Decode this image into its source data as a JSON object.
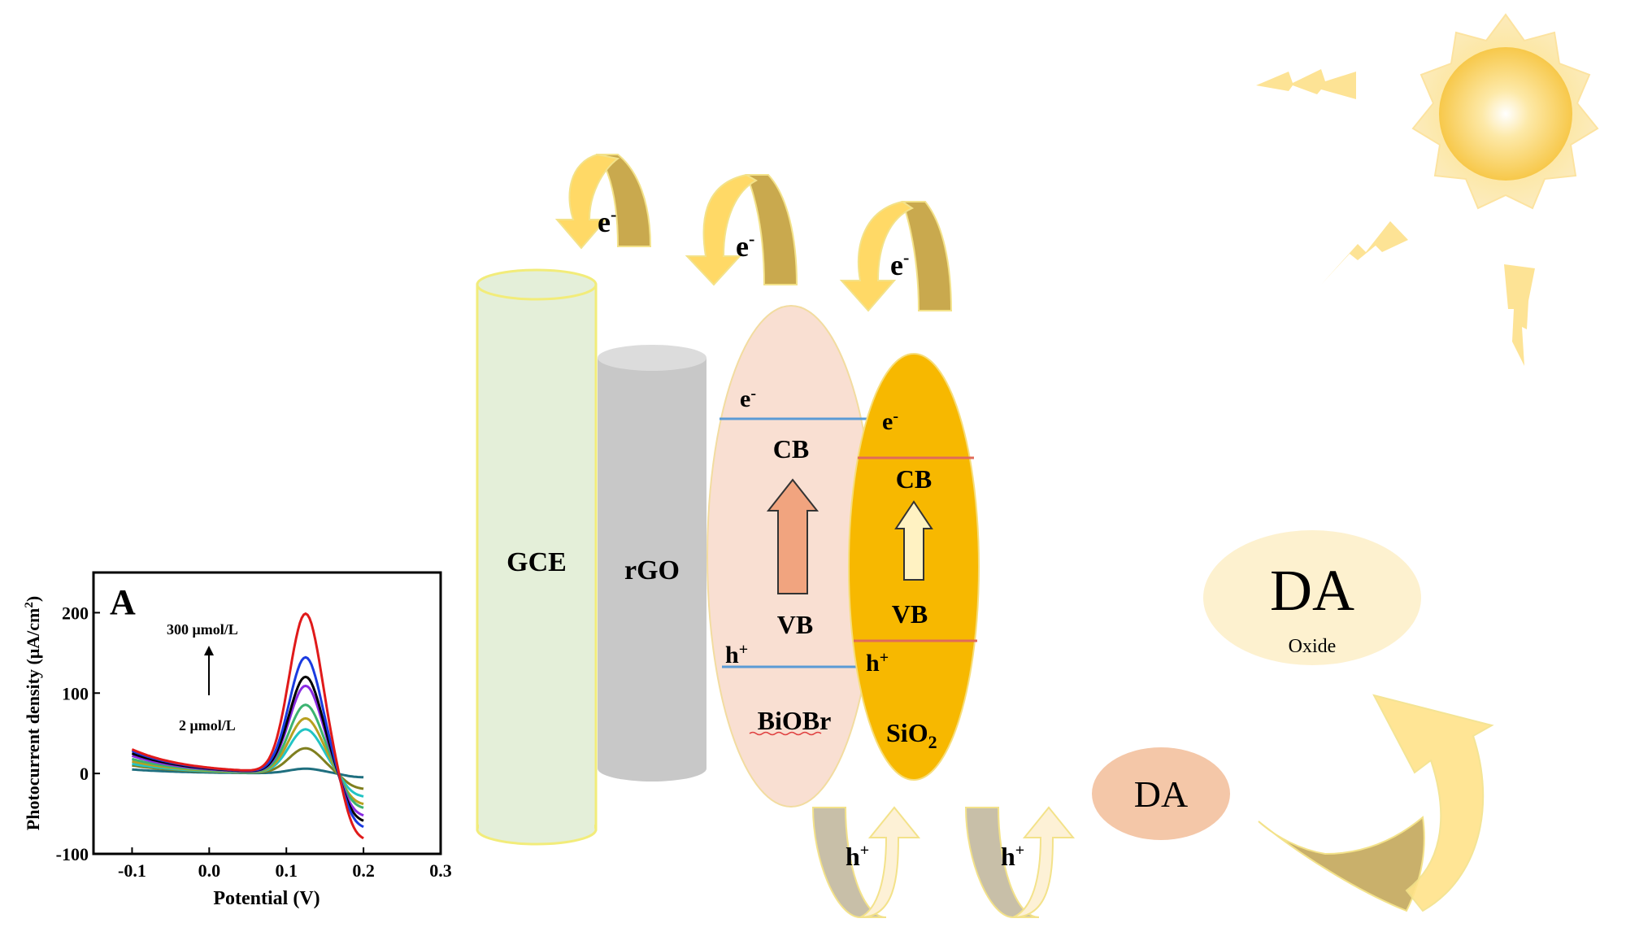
{
  "labels": {
    "gce": "GCE",
    "rgo": "rGO",
    "biobr": "BiOBr",
    "sio2_base": "SiO",
    "sio2_sub": "2",
    "cb": "CB",
    "vb": "VB",
    "electron": "e",
    "electron_sup": "-",
    "hole": "h",
    "hole_sup": "+",
    "da": "DA",
    "da_oxide": "DA",
    "oxide": "Oxide"
  },
  "colors": {
    "gce_fill": "#e4efd9",
    "gce_stroke": "#f2ec7a",
    "rgo_fill": "#c8c8c8",
    "rgo_top": "#dcdcdc",
    "biobr_fill": "#f9dfd2",
    "sio2_fill": "#f7b800",
    "cb_line_biobr": "#5b9bd5",
    "band_line_sio2": "#e06b5a",
    "arrow_light": "#ffd966",
    "arrow_dark": "#c9a94e",
    "da_fill": "#f4c7a8",
    "da_oxide_fill": "#fdf1cf",
    "sun": "#fcd56a"
  },
  "chart_data": {
    "type": "line",
    "panel_label": "A",
    "xlabel": "Potential (V)",
    "ylabel": "Photocurrent density (μA/cm²)",
    "ylabel_base": "Photocurrent density (μA/cm",
    "ylabel_sup": "2",
    "ylabel_end": ")",
    "xlim": [
      -0.15,
      0.3
    ],
    "ylim": [
      -100,
      250
    ],
    "xticks": [
      -0.1,
      0.0,
      0.1,
      0.2,
      0.3
    ],
    "xtick_labels": [
      "-0.1",
      "0.0",
      "0.1",
      "0.2",
      "0.3"
    ],
    "yticks": [
      -100,
      0,
      100,
      200
    ],
    "ytick_labels": [
      "-100",
      "0",
      "100",
      "200"
    ],
    "annotation_top": "300 μmol/L",
    "annotation_bottom": "2 μmol/L",
    "series": [
      {
        "color": "#1f6f7f",
        "peak": 5,
        "start": 5,
        "end": -5,
        "values_x": [
          -0.1,
          0.0,
          0.05,
          0.125,
          0.2
        ],
        "values_y": [
          5,
          0,
          2,
          5,
          -5
        ]
      },
      {
        "color": "#7f7f1f",
        "peak": 28,
        "start": 10,
        "end": -20,
        "values_x": [
          -0.1,
          0.0,
          0.05,
          0.125,
          0.2
        ],
        "values_y": [
          10,
          2,
          0,
          28,
          -20
        ]
      },
      {
        "color": "#22c4c4",
        "peak": 50,
        "start": 12,
        "end": -30,
        "values_x": [
          -0.1,
          0.0,
          0.05,
          0.125,
          0.2
        ],
        "values_y": [
          12,
          3,
          0,
          50,
          -30
        ]
      },
      {
        "color": "#b8a020",
        "peak": 62,
        "start": 15,
        "end": -40,
        "values_x": [
          -0.1,
          0.0,
          0.05,
          0.125,
          0.2
        ],
        "values_y": [
          15,
          4,
          0,
          62,
          -40
        ]
      },
      {
        "color": "#3cb371",
        "peak": 78,
        "start": 18,
        "end": -45,
        "values_x": [
          -0.1,
          0.0,
          0.05,
          0.125,
          0.2
        ],
        "values_y": [
          18,
          5,
          0,
          78,
          -45
        ]
      },
      {
        "color": "#8a2be2",
        "peak": 100,
        "start": 22,
        "end": -55,
        "values_x": [
          -0.1,
          0.0,
          0.05,
          0.125,
          0.2
        ],
        "values_y": [
          22,
          6,
          0,
          100,
          -55
        ]
      },
      {
        "color": "#000000",
        "peak": 110,
        "start": 25,
        "end": -62,
        "values_x": [
          -0.1,
          0.0,
          0.05,
          0.125,
          0.2
        ],
        "values_y": [
          25,
          7,
          0,
          110,
          -62
        ]
      },
      {
        "color": "#1a3be0",
        "peak": 133,
        "start": 28,
        "end": -70,
        "values_x": [
          -0.1,
          0.0,
          0.05,
          0.125,
          0.2
        ],
        "values_y": [
          28,
          8,
          0,
          133,
          -70
        ]
      },
      {
        "color": "#e01a1a",
        "peak": 185,
        "start": 30,
        "end": -85,
        "values_x": [
          -0.1,
          0.0,
          0.05,
          0.125,
          0.2
        ],
        "values_y": [
          30,
          10,
          0,
          185,
          -85
        ]
      }
    ]
  }
}
